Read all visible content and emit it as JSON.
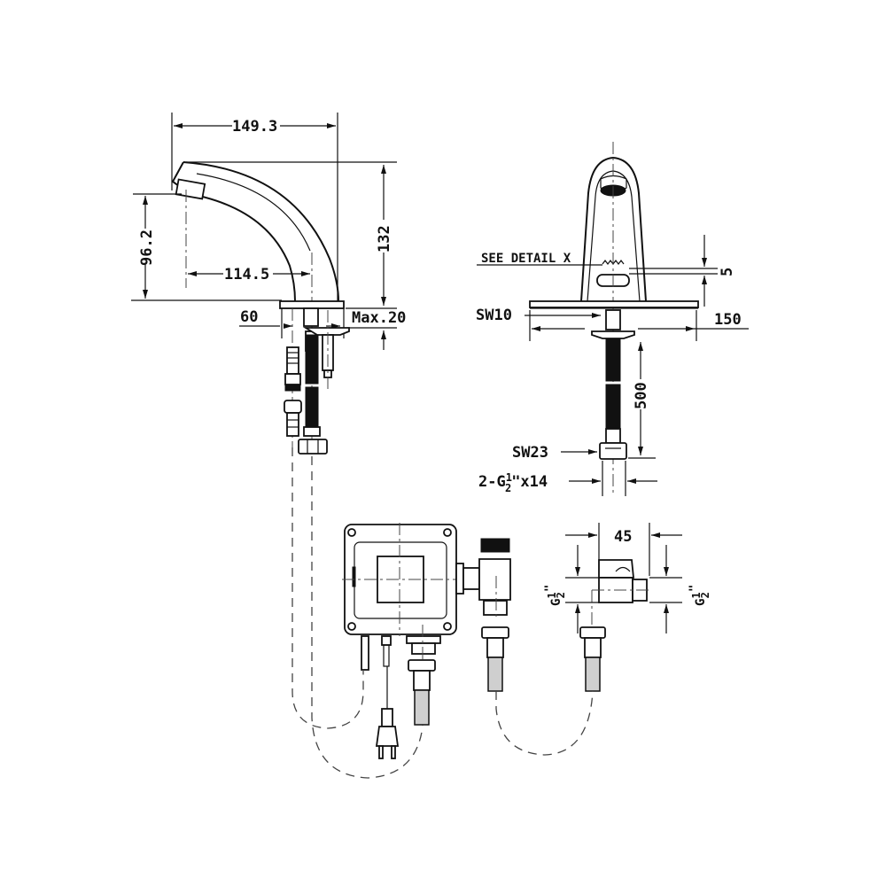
{
  "drawing": {
    "subject": "Automatic sensor faucet technical drawing",
    "side_view": {
      "dimensions": {
        "overall_length": "149.3",
        "height": "132",
        "outlet_height": "96.2",
        "spout_reach": "114.5",
        "mount_hole": "60",
        "deck_thickness": "Max.20"
      }
    },
    "front_view": {
      "detail_callout": "SEE DETAIL X",
      "sensor_offset": "5",
      "base_width": "150",
      "nut_top": "SW10",
      "hose_length": "500",
      "nut_bottom": "SW23",
      "thread_spec_prefix": "2-G",
      "thread_spec_frac_num": "1",
      "thread_spec_frac_den": "2",
      "thread_spec_suffix": "\"x14"
    },
    "valve_detail": {
      "width": "45",
      "thread_left_prefix": "G",
      "thread_right_prefix": "G",
      "thread_frac_num": "1",
      "thread_frac_den": "2",
      "thread_inch_mark": "\""
    },
    "components": [
      "spout",
      "control-box",
      "solenoid-valve",
      "power-plug",
      "angle-valve",
      "flexible-hoses"
    ]
  }
}
